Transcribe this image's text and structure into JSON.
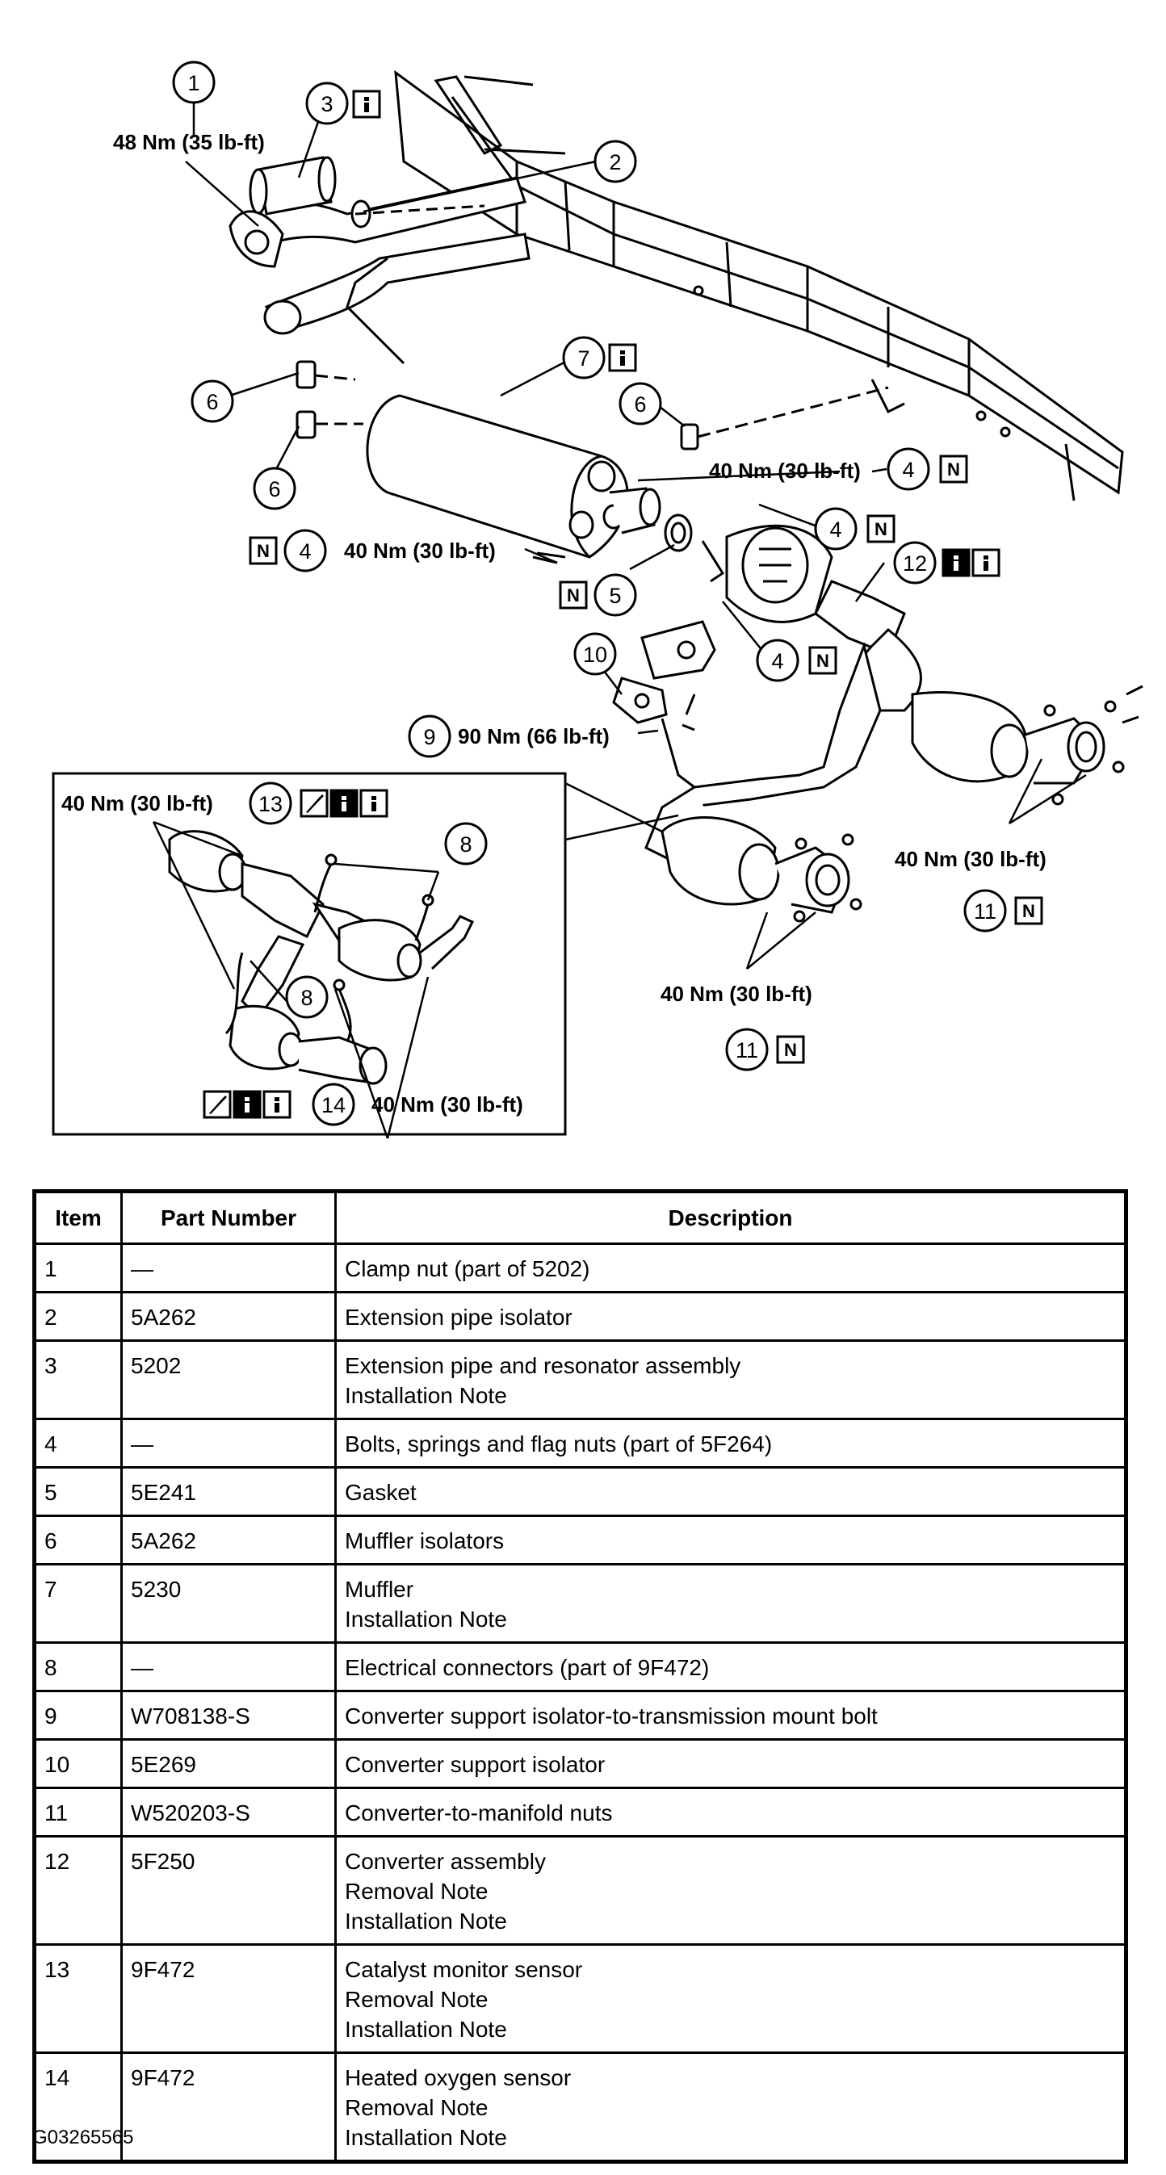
{
  "diagram": {
    "callouts": {
      "c1": "1",
      "c2": "2",
      "c3": "3",
      "c4a": "4",
      "c4b": "4",
      "c4c": "4",
      "c4d": "4",
      "c5": "5",
      "c6a": "6",
      "c6b": "6",
      "c6c": "6",
      "c7": "7",
      "c8a": "8",
      "c8b": "8",
      "c9": "9",
      "c10": "10",
      "c11a": "11",
      "c11b": "11",
      "c12": "12",
      "c13": "13",
      "c14": "14"
    },
    "torques": {
      "t1": "48 Nm (35 lb-ft)",
      "t4a": "40 Nm (30 lb-ft)",
      "t4b": "40 Nm (30 lb-ft)",
      "t9": "90 Nm (66 lb-ft)",
      "t11a": "40 Nm (30 lb-ft)",
      "t11b": "40 Nm (30 lb-ft)",
      "t13": "40 Nm (30 lb-ft)",
      "t14": "40 Nm (30 lb-ft)"
    },
    "symbols": {
      "info": "i",
      "new": "N"
    }
  },
  "table": {
    "headers": {
      "item": "Item",
      "part": "Part Number",
      "desc": "Description"
    },
    "rows": [
      {
        "item": "1",
        "part": "—",
        "desc": [
          "Clamp nut (part of 5202)"
        ]
      },
      {
        "item": "2",
        "part": "5A262",
        "desc": [
          "Extension pipe isolator"
        ]
      },
      {
        "item": "3",
        "part": "5202",
        "desc": [
          "Extension pipe and resonator assembly",
          "Installation Note"
        ]
      },
      {
        "item": "4",
        "part": "—",
        "desc": [
          "Bolts, springs and flag nuts (part of 5F264)"
        ]
      },
      {
        "item": "5",
        "part": "5E241",
        "desc": [
          "Gasket"
        ]
      },
      {
        "item": "6",
        "part": "5A262",
        "desc": [
          "Muffler isolators"
        ]
      },
      {
        "item": "7",
        "part": "5230",
        "desc": [
          "Muffler",
          "Installation Note"
        ]
      },
      {
        "item": "8",
        "part": "—",
        "desc": [
          "Electrical connectors (part of 9F472)"
        ]
      },
      {
        "item": "9",
        "part": "W708138-S",
        "desc": [
          "Converter support isolator-to-transmission mount bolt"
        ]
      },
      {
        "item": "10",
        "part": "5E269",
        "desc": [
          "Converter support isolator"
        ]
      },
      {
        "item": "11",
        "part": "W520203-S",
        "desc": [
          "Converter-to-manifold nuts"
        ]
      },
      {
        "item": "12",
        "part": "5F250",
        "desc": [
          "Converter assembly",
          "Removal Note",
          "Installation Note"
        ]
      },
      {
        "item": "13",
        "part": "9F472",
        "desc": [
          "Catalyst monitor sensor",
          "Removal Note",
          "Installation Note"
        ]
      },
      {
        "item": "14",
        "part": "9F472",
        "desc": [
          "Heated oxygen sensor",
          "Removal Note",
          "Installation Note"
        ]
      }
    ]
  },
  "figure_id": "G03265565"
}
